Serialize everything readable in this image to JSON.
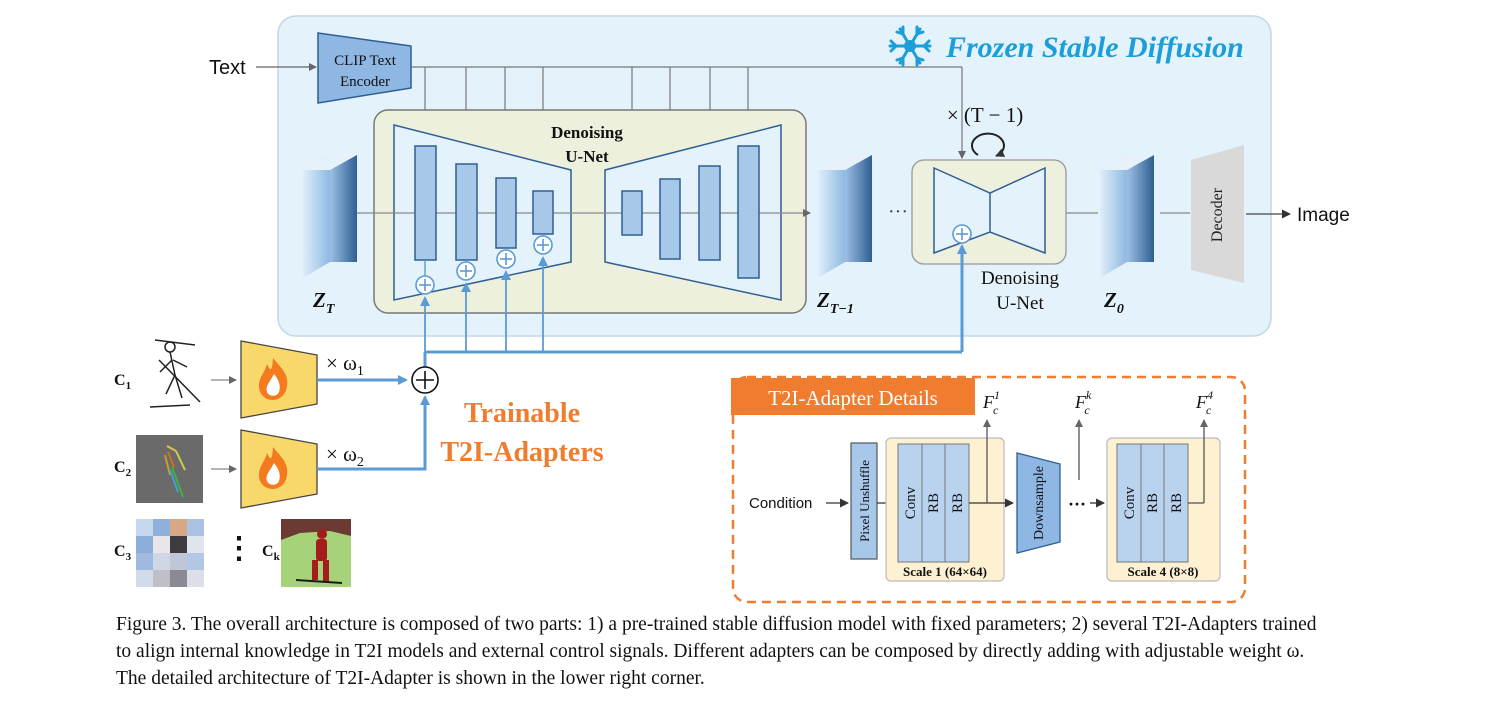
{
  "sd": {
    "title": "Frozen Stable Diffusion",
    "text_input": "Text",
    "clip_line1": "CLIP Text",
    "clip_line2": "Encoder",
    "unet_label_line1": "Denoising",
    "unet_label_line2": "U-Net",
    "repeat_label": "× (T − 1)",
    "small_unet_line1": "Denoising",
    "small_unet_line2": "U-Net",
    "z_t": "Z",
    "z_t_sub": "T",
    "z_t1": "Z",
    "z_t1_sub": "T−1",
    "z_0": "Z",
    "z_0_sub": "0",
    "ellipsis": "···",
    "decoder": "Decoder",
    "image_output": "Image"
  },
  "adapters": {
    "title_line1": "Trainable",
    "title_line2": "T2I-Adapters",
    "weight1": "× ω",
    "weight1_sub": "1",
    "weight2": "× ω",
    "weight2_sub": "2",
    "sum": "⊕",
    "conditions": [
      {
        "label": "C",
        "sub": "1"
      },
      {
        "label": "C",
        "sub": "2"
      },
      {
        "label": "C",
        "sub": "3"
      },
      {
        "label": "C",
        "sub": "k"
      }
    ],
    "vdots": "⋮"
  },
  "details": {
    "title": "T2I-Adapter Details",
    "condition": "Condition",
    "pixel_unshuffle": "Pixel Unshuffle",
    "conv": "Conv",
    "rb": "RB",
    "downsample": "Downsample",
    "scale1": "Scale 1 (64×64)",
    "scale4": "Scale 4 (8×8)",
    "ellipsis": "···",
    "f1": "F",
    "f1_sub": "c",
    "f1_sup": "1",
    "fk": "F",
    "fk_sub": "c",
    "fk_sup": "k",
    "f4": "F",
    "f4_sub": "c",
    "f4_sup": "4"
  },
  "caption": "Figure 3. The overall architecture is composed of two parts: 1) a pre-trained stable diffusion model with fixed parameters; 2) several T2I-Adapters trained to align internal knowledge in T2I models and external control signals. Different adapters can be composed by directly adding with adjustable weight ω. The detailed architecture of T2I-Adapter is shown in the lower right corner.",
  "colors": {
    "panel_bg": "#e4f3fb",
    "unet_bg": "#eef0de",
    "block_fill": "#a8c8ea",
    "block_stroke": "#2f5e93",
    "accent_orange": "#f07d2f",
    "adapter_yellow": "#f8d86a",
    "flow_blue": "#5b9bd5",
    "title_blue": "#1b9ed9"
  }
}
